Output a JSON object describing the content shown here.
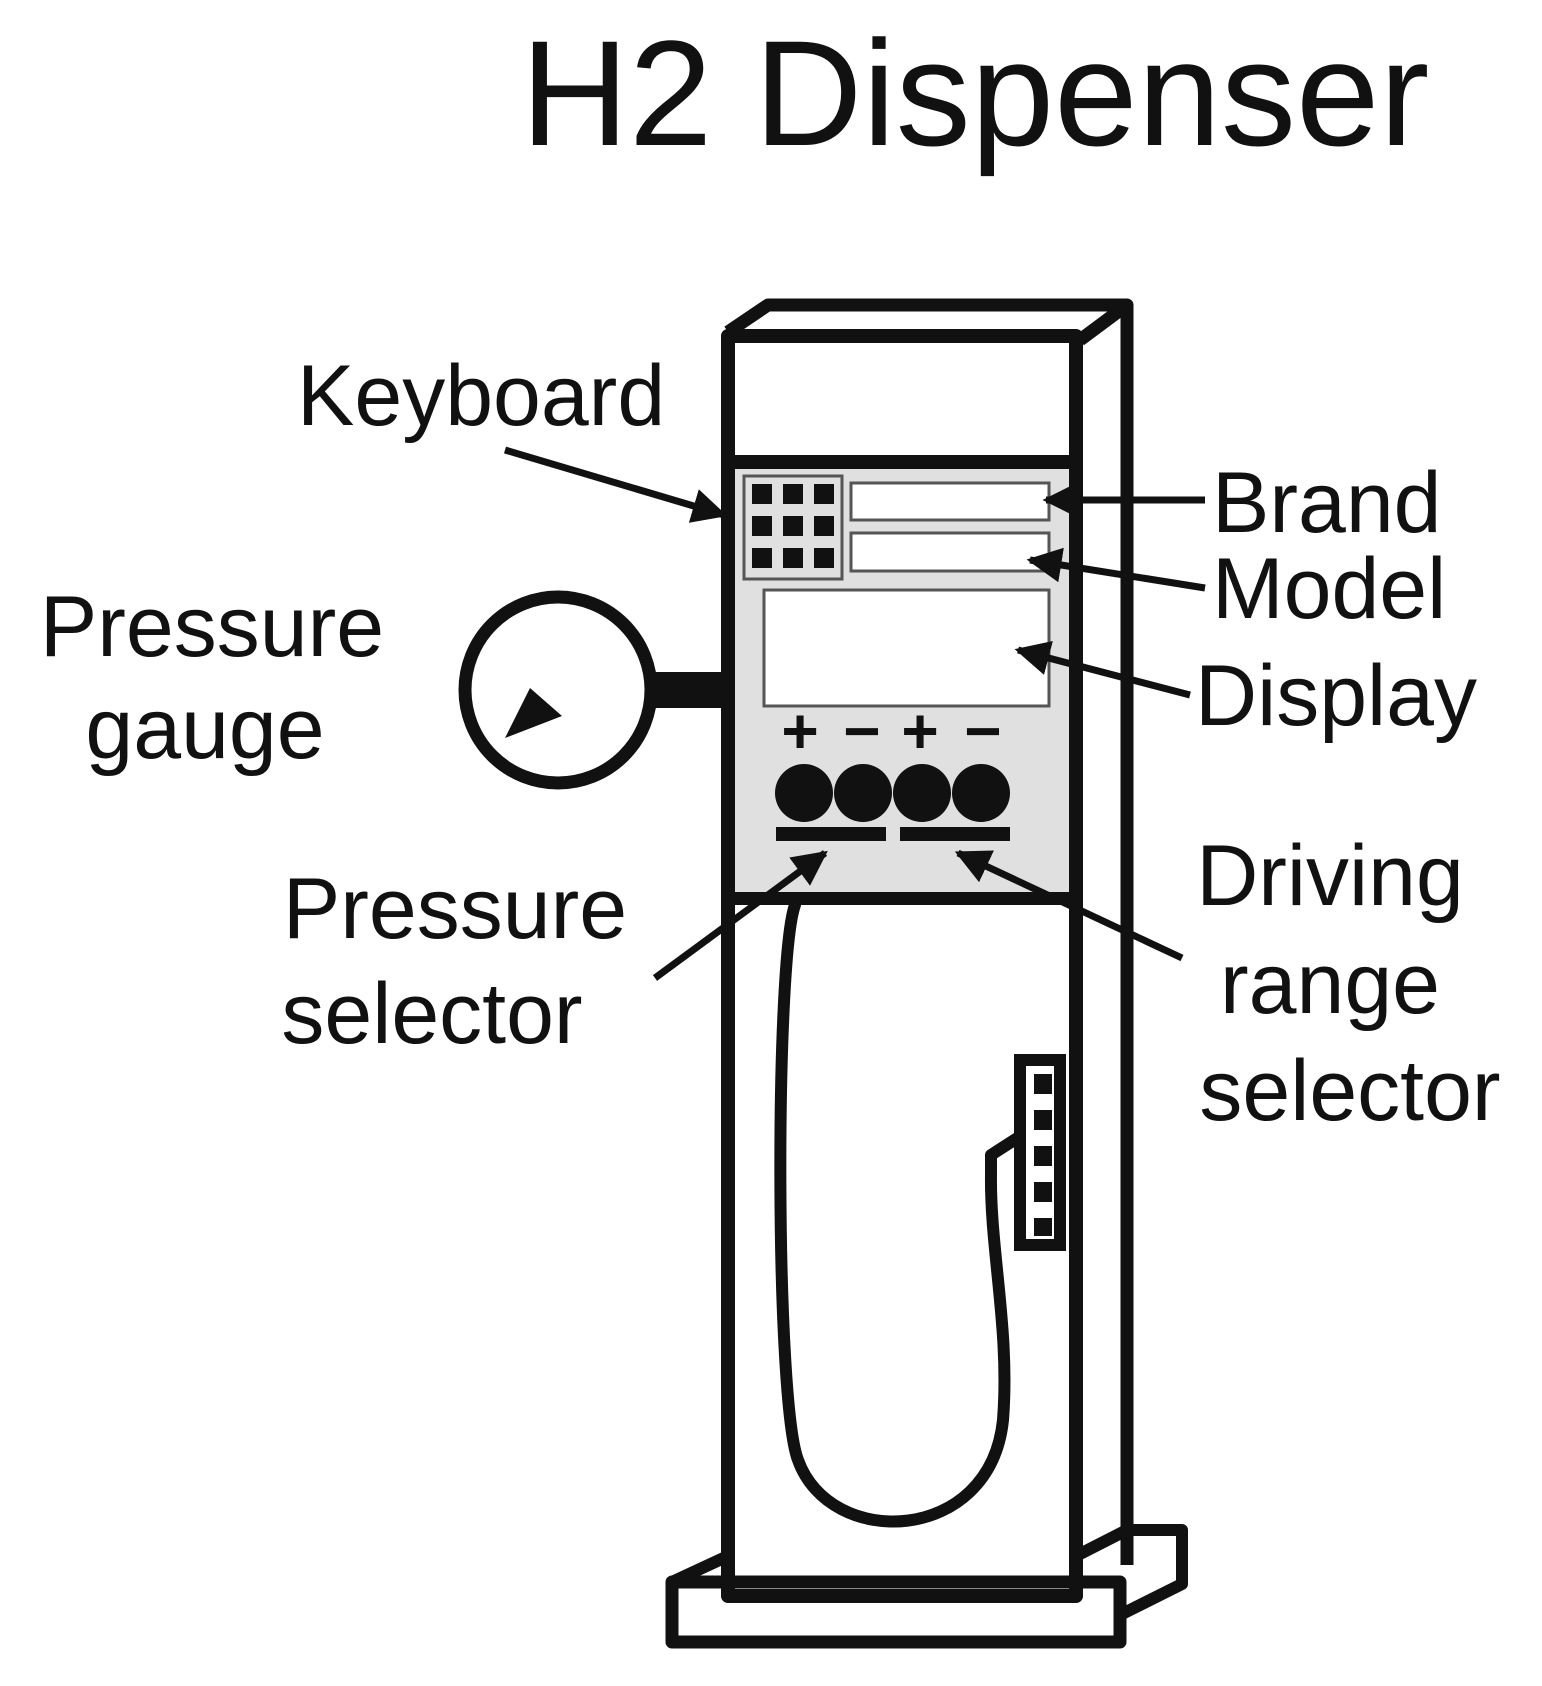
{
  "title": "H2 Dispenser",
  "labels": {
    "keyboard": "Keyboard",
    "brand": "Brand",
    "model": "Model",
    "display": "Display",
    "pressure_gauge": [
      "Pressure",
      "gauge"
    ],
    "pressure_selector": [
      "Pressure",
      "selector"
    ],
    "driving_range_selector": [
      "Driving",
      "range",
      "selector"
    ]
  },
  "button_signs": [
    "+",
    "−",
    "+",
    "−"
  ],
  "colors": {
    "ink": "#111111",
    "panel": "#e0e0e0",
    "background": "#ffffff"
  }
}
